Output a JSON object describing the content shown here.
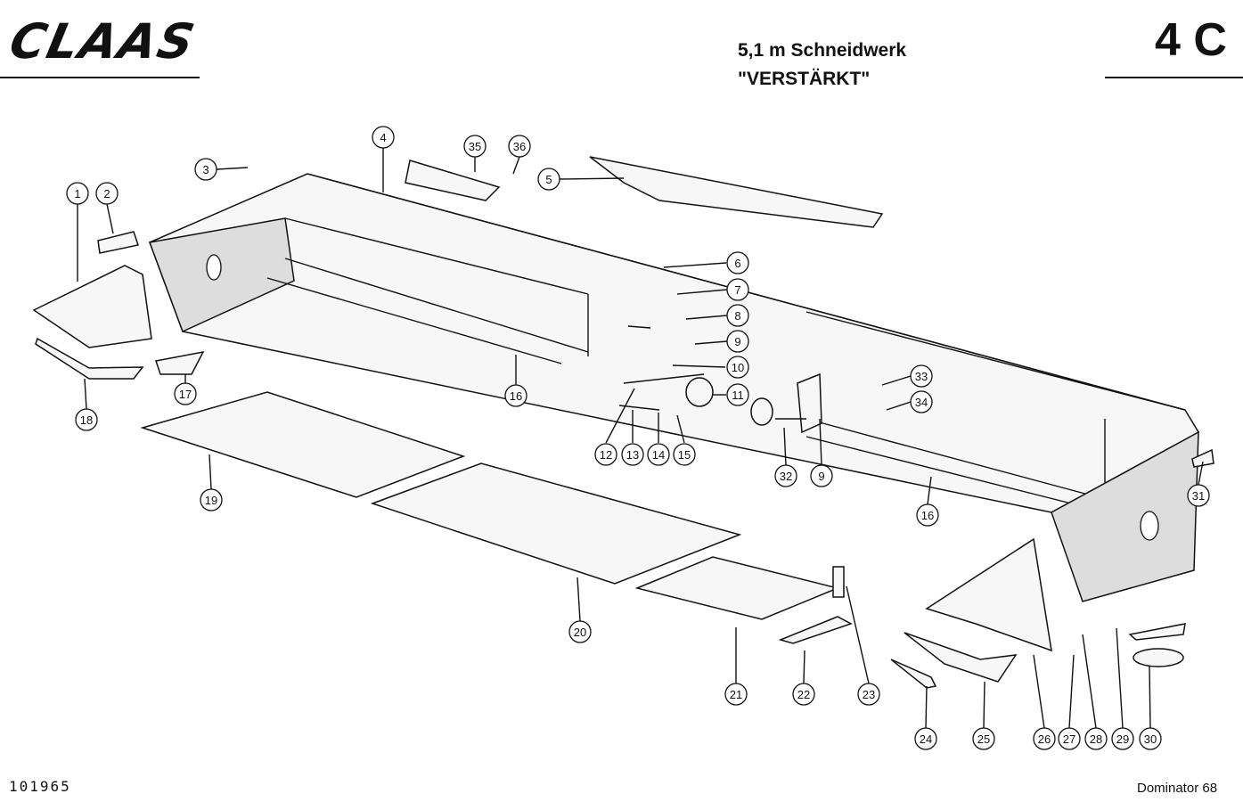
{
  "header": {
    "logo_text": "CLAAS",
    "title_line1": "5,1 m Schneidwerk",
    "title_line2": "\"VERSTÄRKT\"",
    "section_code": "4 C"
  },
  "footer": {
    "document_number": "101965",
    "model": "Dominator 68"
  },
  "callouts": [
    "1",
    "2",
    "3",
    "4",
    "35",
    "36",
    "5",
    "6",
    "7",
    "8",
    "9",
    "10",
    "11",
    "12",
    "13",
    "14",
    "15",
    "16",
    "17",
    "18",
    "19",
    "20",
    "21",
    "22",
    "23",
    "24",
    "25",
    "26",
    "27",
    "28",
    "29",
    "30",
    "31",
    "32",
    "9",
    "33",
    "34",
    "16"
  ]
}
